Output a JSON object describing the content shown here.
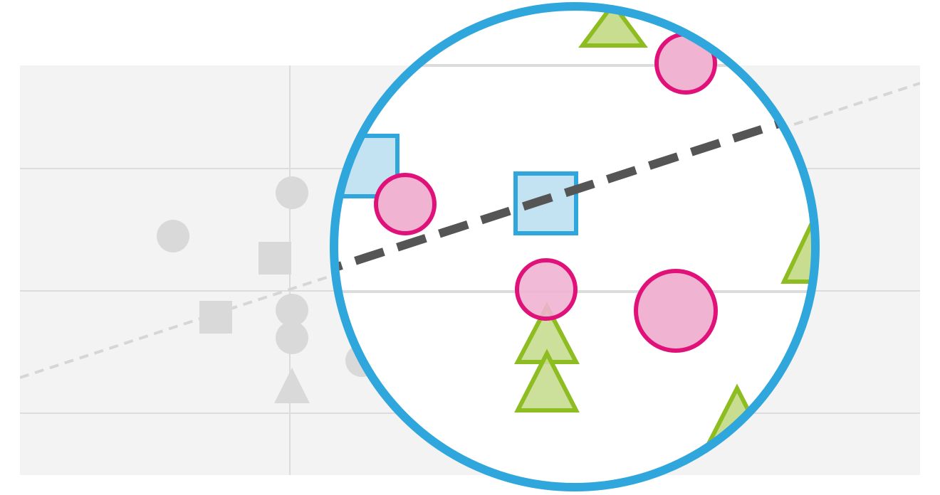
{
  "illustration": {
    "kind": "magnified-scatter-plot",
    "colors": {
      "background": "#ffffff",
      "plot_area": "#f3f3f3",
      "grid": "#dcdcdc",
      "faded_marker": "#d9d9d9",
      "faded_trend": "#d6d6d6",
      "lens_ring": "#2fa6dc",
      "lens_fill": "#ffffff",
      "trend": "#555555",
      "circle_stroke": "#e0127a",
      "circle_fill": "#f0b3d2",
      "square_stroke": "#2fa6dc",
      "square_fill": "#c3e2f2",
      "triangle_stroke": "#8ebd21",
      "triangle_fill": "#c8dd90"
    },
    "icons": [
      "magnifier-lens",
      "trend-line",
      "circle-marker",
      "square-marker",
      "triangle-marker"
    ]
  }
}
